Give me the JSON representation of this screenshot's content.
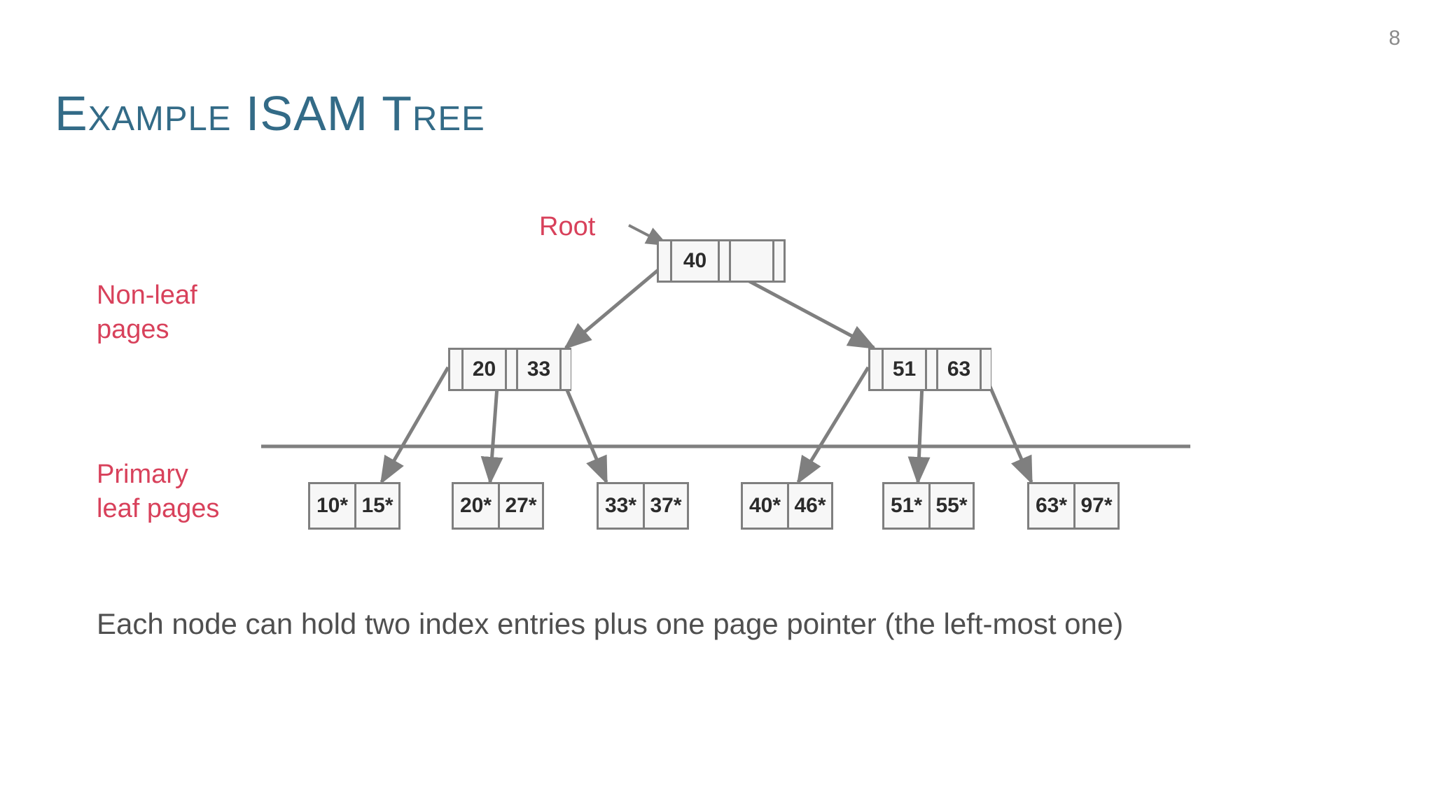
{
  "slide": {
    "number": "8",
    "title": "Example ISAM Tree",
    "caption": "Each node can hold two index entries plus one page pointer (the left-most one)"
  },
  "colors": {
    "title": "#336B87",
    "annotation_red": "#D8415B",
    "node_border": "#7f7f7f",
    "node_fill": "#f7f7f7",
    "arrow": "#7f7f7f",
    "caption_text": "#4f4f4f",
    "slide_number": "#8b8b8b"
  },
  "annotations": {
    "root": "Root",
    "non_leaf": "Non-leaf\npages",
    "primary_leaf": "Primary\nleaf pages"
  },
  "tree": {
    "root": {
      "name": "root-node",
      "keys": [
        "40",
        ""
      ],
      "pointers": 3
    },
    "internal": [
      {
        "name": "internal-node-left",
        "keys": [
          "20",
          "33"
        ],
        "pointers": 3
      },
      {
        "name": "internal-node-right",
        "keys": [
          "51",
          "63"
        ],
        "pointers": 3
      }
    ],
    "leaves": [
      {
        "name": "leaf-page-1",
        "entries": [
          "10*",
          "15*"
        ]
      },
      {
        "name": "leaf-page-2",
        "entries": [
          "20*",
          "27*"
        ]
      },
      {
        "name": "leaf-page-3",
        "entries": [
          "33*",
          "37*"
        ]
      },
      {
        "name": "leaf-page-4",
        "entries": [
          "40*",
          "46*"
        ]
      },
      {
        "name": "leaf-page-5",
        "entries": [
          "51*",
          "55*"
        ]
      },
      {
        "name": "leaf-page-6",
        "entries": [
          "63*",
          "97*"
        ]
      }
    ]
  }
}
